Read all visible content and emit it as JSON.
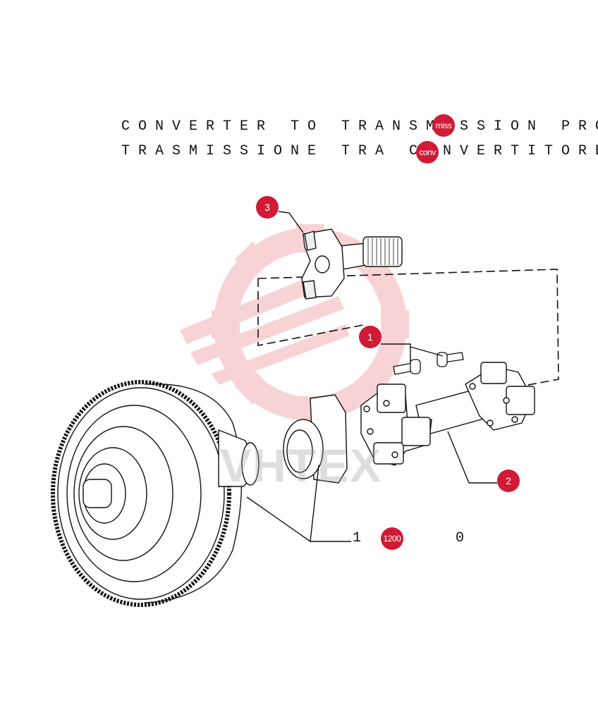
{
  "title": {
    "line1": "CONVERTER TO TRANSMISSION PROPE",
    "line2": "TRASMISSIONE TRA  CONVERTITORE E"
  },
  "reference": {
    "prefix": "1 . ",
    "suffix": "0"
  },
  "watermark": {
    "text": "VHTEX"
  },
  "badges": {
    "part1": "1",
    "part2": "2",
    "part3": "3",
    "miss": "miss",
    "conv": "conv",
    "ref": "1200"
  },
  "colors": {
    "badge": "#d01a36",
    "watermark": "#f0a0a6",
    "line": "#111111"
  }
}
